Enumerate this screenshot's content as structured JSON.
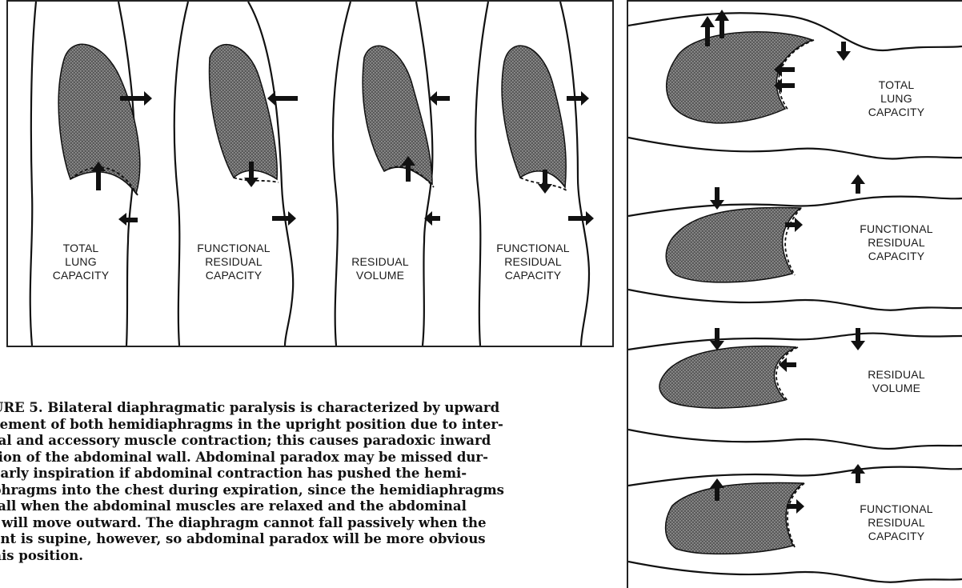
{
  "figure": {
    "upright_panels": [
      {
        "label_lines": [
          "TOTAL",
          "LUNG",
          "CAPACITY"
        ]
      },
      {
        "label_lines": [
          "FUNCTIONAL",
          "RESIDUAL",
          "CAPACITY"
        ]
      },
      {
        "label_lines": [
          "RESIDUAL",
          "VOLUME"
        ]
      },
      {
        "label_lines": [
          "FUNCTIONAL",
          "RESIDUAL",
          "CAPACITY"
        ]
      }
    ],
    "supine_panels": [
      {
        "label_lines": [
          "TOTAL",
          "LUNG",
          "CAPACITY"
        ]
      },
      {
        "label_lines": [
          "FUNCTIONAL",
          "RESIDUAL",
          "CAPACITY"
        ]
      },
      {
        "label_lines": [
          "RESIDUAL",
          "VOLUME"
        ]
      },
      {
        "label_lines": [
          "FUNCTIONAL",
          "RESIDUAL",
          "CAPACITY"
        ]
      }
    ]
  },
  "caption": {
    "lines": [
      "URE 5. Bilateral diaphragmatic paralysis is characterized by upward",
      "vement of both hemidiaphragms in the upright position due to inter-",
      "tal and accessory muscle contraction; this causes paradoxic inward",
      "tion of the abdominal wall. Abdominal paradox may be missed dur-",
      "early inspiration if abdominal contraction has pushed the hemi-",
      "phragms into the chest during expiration, since the hemidiaphragms",
      "fall when the abdominal muscles are relaxed and the abdominal",
      "l will move outward. The diaphragm cannot fall passively when the",
      "ent is supine, however, so abdominal paradox will be more obvious",
      "his position."
    ]
  }
}
